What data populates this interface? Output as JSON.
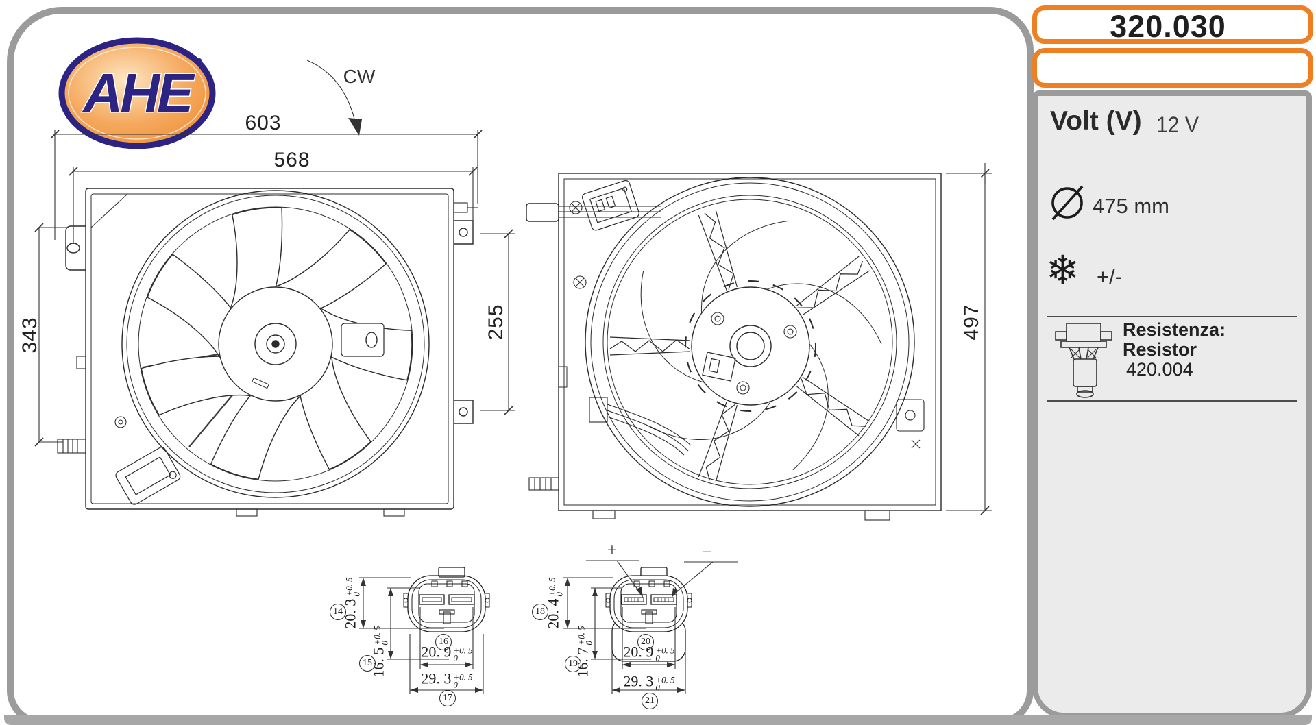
{
  "brand": {
    "name": "AHE"
  },
  "product": {
    "code": "320.030"
  },
  "sidebar": {
    "volt_label": "Volt (V)",
    "volt_value": "12 V",
    "diameter_value": "475 mm",
    "climate_value": "+/-",
    "snowflake_glyph": "❄",
    "resistor_title": "Resistenza:",
    "resistor_subtitle": "Resistor",
    "resistor_code": "420.004"
  },
  "drawing": {
    "rotation_label": "CW",
    "dim_width_overall": "603",
    "dim_width_inner": "568",
    "dim_height_left": "343",
    "dim_depth": "255",
    "dim_height_right": "497",
    "polarity_plus": "+",
    "polarity_minus": "−",
    "connector_left": {
      "dim14": {
        "no": "14",
        "value": "20. 3",
        "tol_plus": "+0. 5",
        "tol_zero": "0"
      },
      "dim15": {
        "no": "15",
        "value": "16. 5",
        "tol_plus": "+0. 5",
        "tol_zero": "0"
      },
      "dim16": {
        "no": "16",
        "value": "20. 9",
        "tol_plus": "+0. 5",
        "tol_zero": "0"
      },
      "dim17": {
        "no": "17",
        "value": "29. 3",
        "tol_plus": "+0. 5",
        "tol_zero": "0"
      }
    },
    "connector_right": {
      "dim18": {
        "no": "18",
        "value": "20. 4",
        "tol_plus": "+0. 5",
        "tol_zero": "0"
      },
      "dim19": {
        "no": "19",
        "value": "16. 7",
        "tol_plus": "+0. 5",
        "tol_zero": "0"
      },
      "dim20": {
        "no": "20",
        "value": "20. 9",
        "tol_plus": "+0. 5",
        "tol_zero": "0"
      },
      "dim21": {
        "no": "21",
        "value": "29. 3",
        "tol_plus": "+0. 5",
        "tol_zero": "0"
      }
    }
  }
}
